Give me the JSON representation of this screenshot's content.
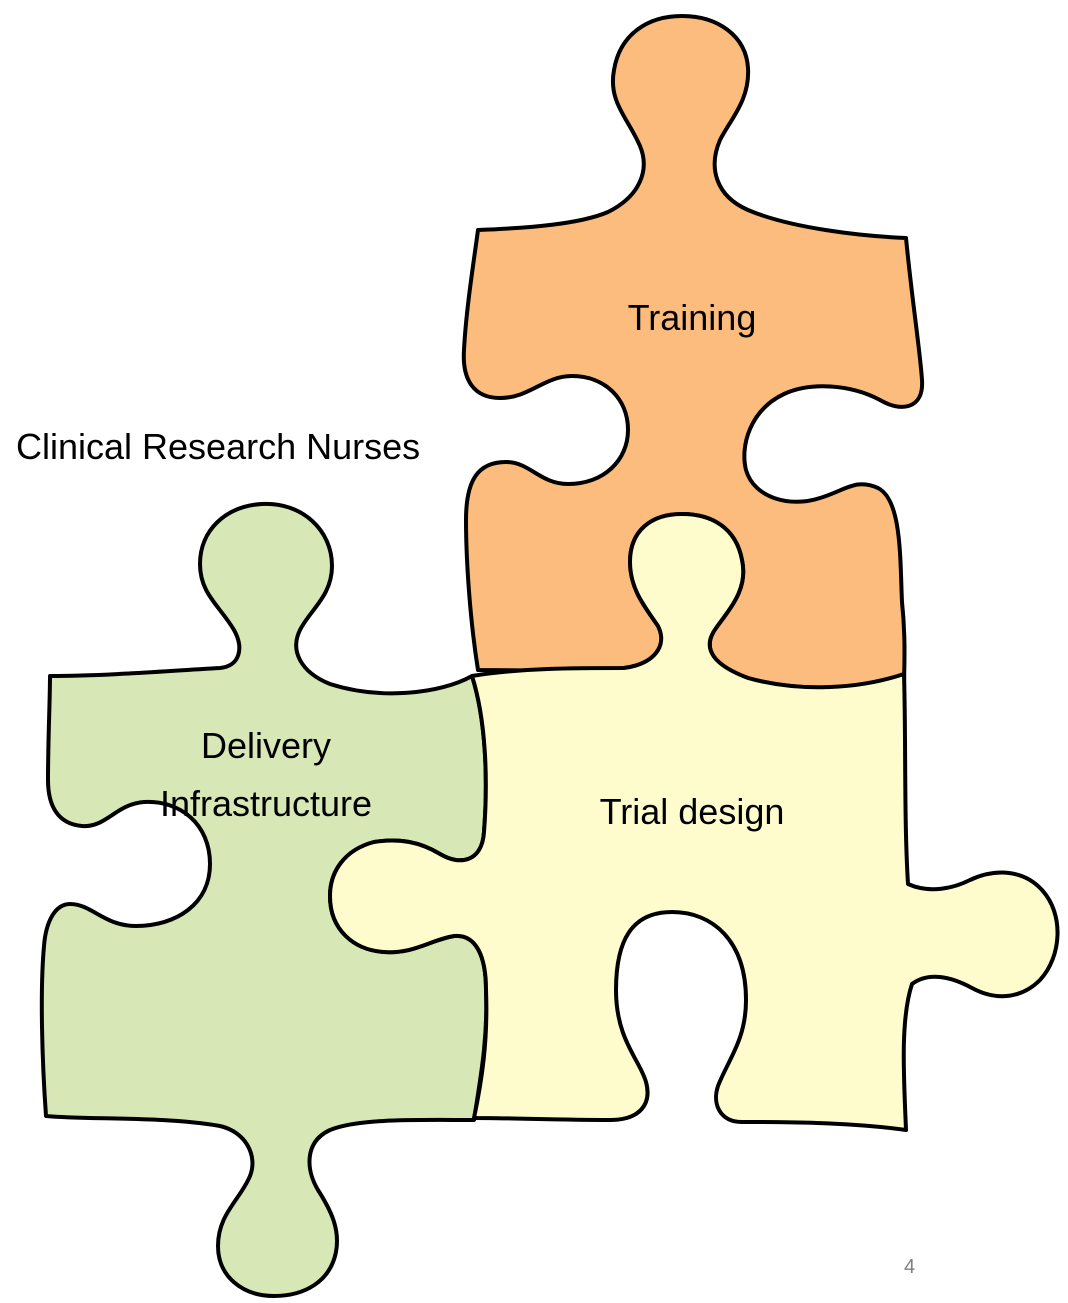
{
  "pieces": {
    "training": {
      "label": "Training",
      "fill": "#FBBC7E"
    },
    "trial_design": {
      "label": "Trial design",
      "fill": "#FEFCCD"
    },
    "delivery": {
      "label_line1": "Delivery",
      "label_line2": "Infrastructure",
      "fill": "#D7E7B6"
    }
  },
  "outline_color": "#000000",
  "floating_label": "Clinical Research Nurses",
  "page_number": "4"
}
